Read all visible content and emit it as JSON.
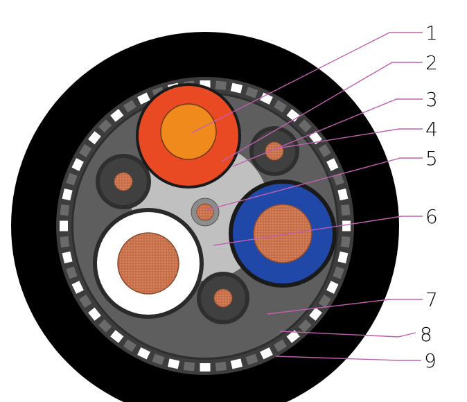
{
  "colors": {
    "outer_sheath": "#000000",
    "armor_dark": "#3a3a3a",
    "armor_light": "#ffffff",
    "bedding": "#5a5a5a",
    "filler": "#bdbdbd",
    "copper": "#c0704f",
    "copper_bright": "#e3823f",
    "conductor_1": "#f08a1d",
    "insulation_red": "#ea4a23",
    "insulation_blue": "#2048a8",
    "insulation_white": "#ffffff",
    "aux_insulation": "#333333",
    "leader": "#c060b0"
  },
  "labels": [
    "1",
    "2",
    "3",
    "4",
    "5",
    "6",
    "7",
    "8",
    "9"
  ]
}
